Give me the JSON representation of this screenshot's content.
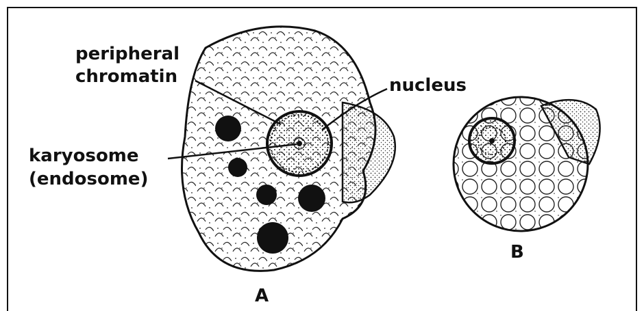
{
  "labels": {
    "peripheral_line1": "peripheral",
    "peripheral_line2": "chromatin",
    "nucleus": "nucleus",
    "karyosome_line1": "karyosome",
    "karyosome_line2": "(endosome)",
    "cell_a": "A",
    "cell_b": "B"
  },
  "colors": {
    "ink": "#111111",
    "background": "#ffffff"
  }
}
